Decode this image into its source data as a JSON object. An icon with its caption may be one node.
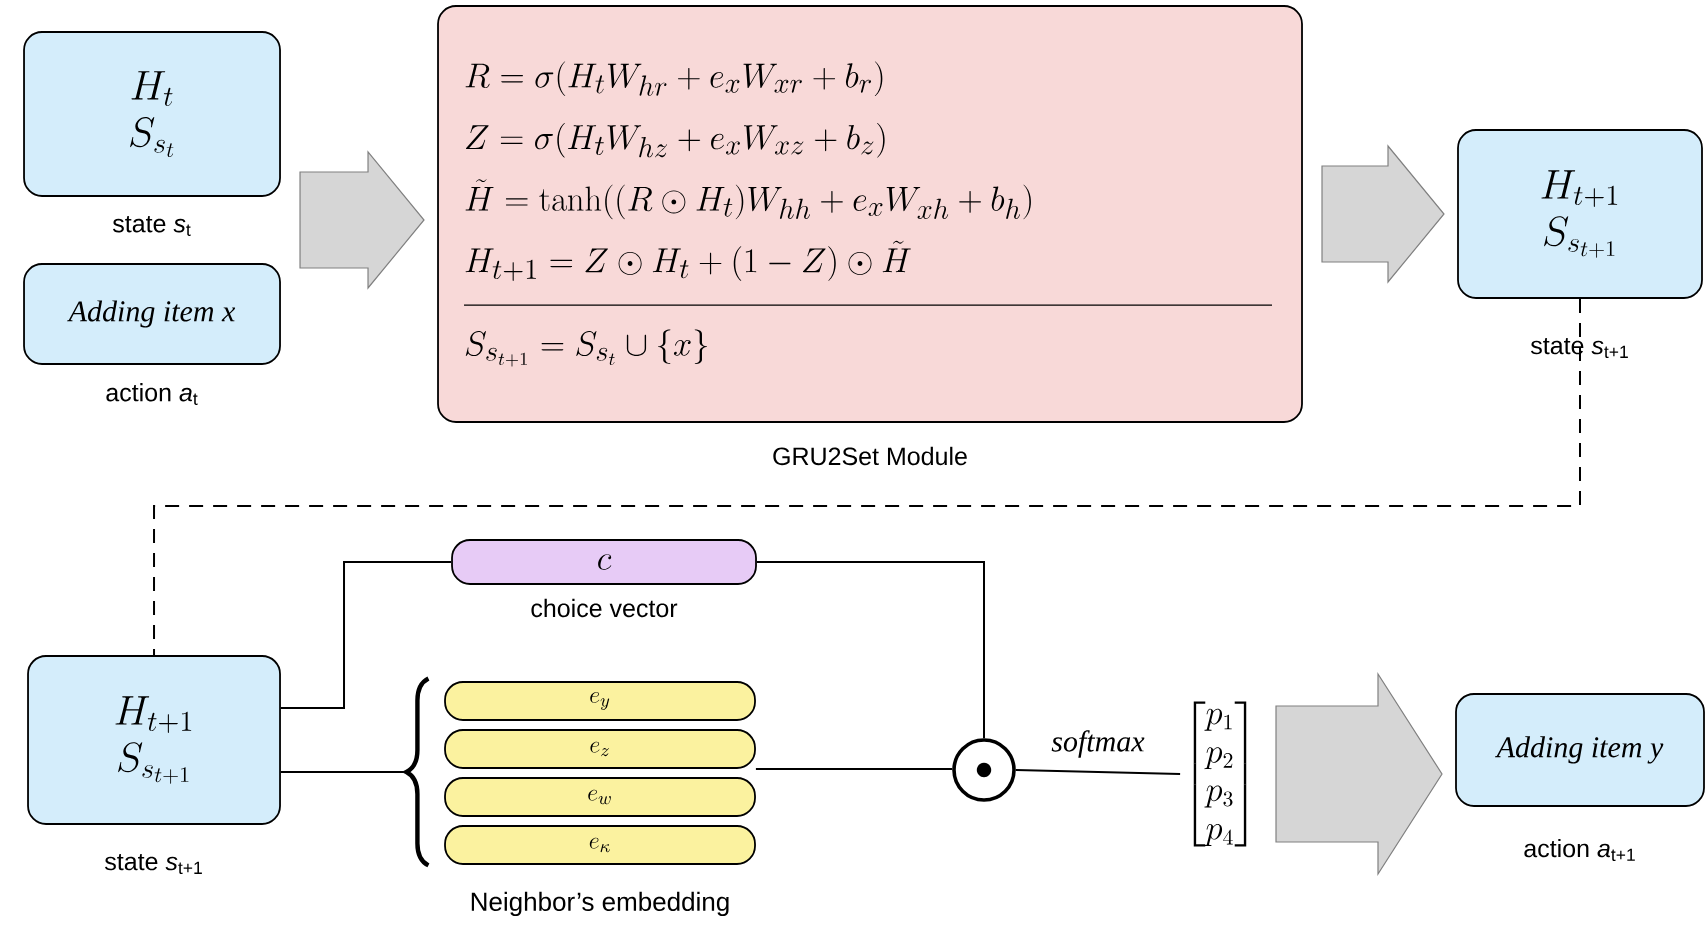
{
  "diagram": {
    "nodes": [
      {
        "text": [
          "H_t",
          "S_{s_t}"
        ],
        "beside": [
          "state *s*$_{t}$"
        ]
      },
      {
        "text": [
          "Adding item x"
        ],
        "beside": [
          "action *a*$_{t}$"
        ]
      },
      {
        "text": [
          "R = \\sigma(H_t W_{hr} + e_x W_{xr} + b_r)",
          "Z = \\sigma(H_t W_{hz} + e_x W_{xz} + b_z)",
          "\\tilde{H} = \\tanh((R \\odot H_t) W_{hh} + e_x W_{xh} + b_h)",
          "H_{t+1} = Z \\odot H_t + (1 - Z) \\odot \\tilde{H}",
          "S_{s_{t+1}} = S_{s_t} \\cup \\{x\\}"
        ],
        "beside": [
          "GRU2Set Module"
        ]
      },
      {
        "text": [
          "H_{t+1}",
          "S_{s_{t+1}}"
        ],
        "beside": [
          "state *s*$_{t+1}$"
        ]
      },
      {
        "text": [
          "H_{t+1}",
          "S_{s_{t+1}}"
        ],
        "beside": [
          "state *s*$_{t+1}$"
        ]
      },
      {
        "text": [
          "c"
        ],
        "beside": [
          "choice vector"
        ]
      },
      {
        "text": [],
        "shape": "brace"
      },
      {
        "text": [
          "e_y"
        ]
      },
      {
        "text": [
          "e_z"
        ]
      },
      {
        "text": [
          "e_w"
        ]
      },
      {
        "text": [
          "e_\\kappa"
        ]
      },
      {
        "text": [],
        "shape": "circle"
      },
      {
        "text": [
          "\\begin{bmatrix} p_1 \\\\ p_2 \\\\ p_3 \\\\ p_4 \\end{bmatrix}"
        ]
      },
      {
        "text": [
          "Adding item y"
        ],
        "beside": [
          "action *a*$_{t+1}$"
        ]
      }
    ],
    "edges": [
      {
        "from": 0,
        "to": 2,
        "arrow": "to"
      },
      {
        "from": 1,
        "to": 2,
        "arrow": "to"
      },
      {
        "from": 2,
        "to": 3,
        "arrow": "to"
      },
      {
        "from": 3,
        "to": 4,
        "arrow": "none",
        "style": "dashed"
      },
      {
        "from": 4,
        "to": 5,
        "arrow": "none"
      },
      {
        "from": 4,
        "to": 6,
        "arrow": "none"
      },
      {
        "from": 8,
        "to": 11,
        "arrow": "none"
      },
      {
        "from": 5,
        "to": 11,
        "arrow": "none"
      },
      {
        "from": 11,
        "to": 12,
        "arrow": "none",
        "label": "softmax"
      },
      {
        "from": 12,
        "to": 13,
        "arrow": "to"
      }
    ],
    "labels": [
      "Neighbor’s embedding"
    ]
  }
}
